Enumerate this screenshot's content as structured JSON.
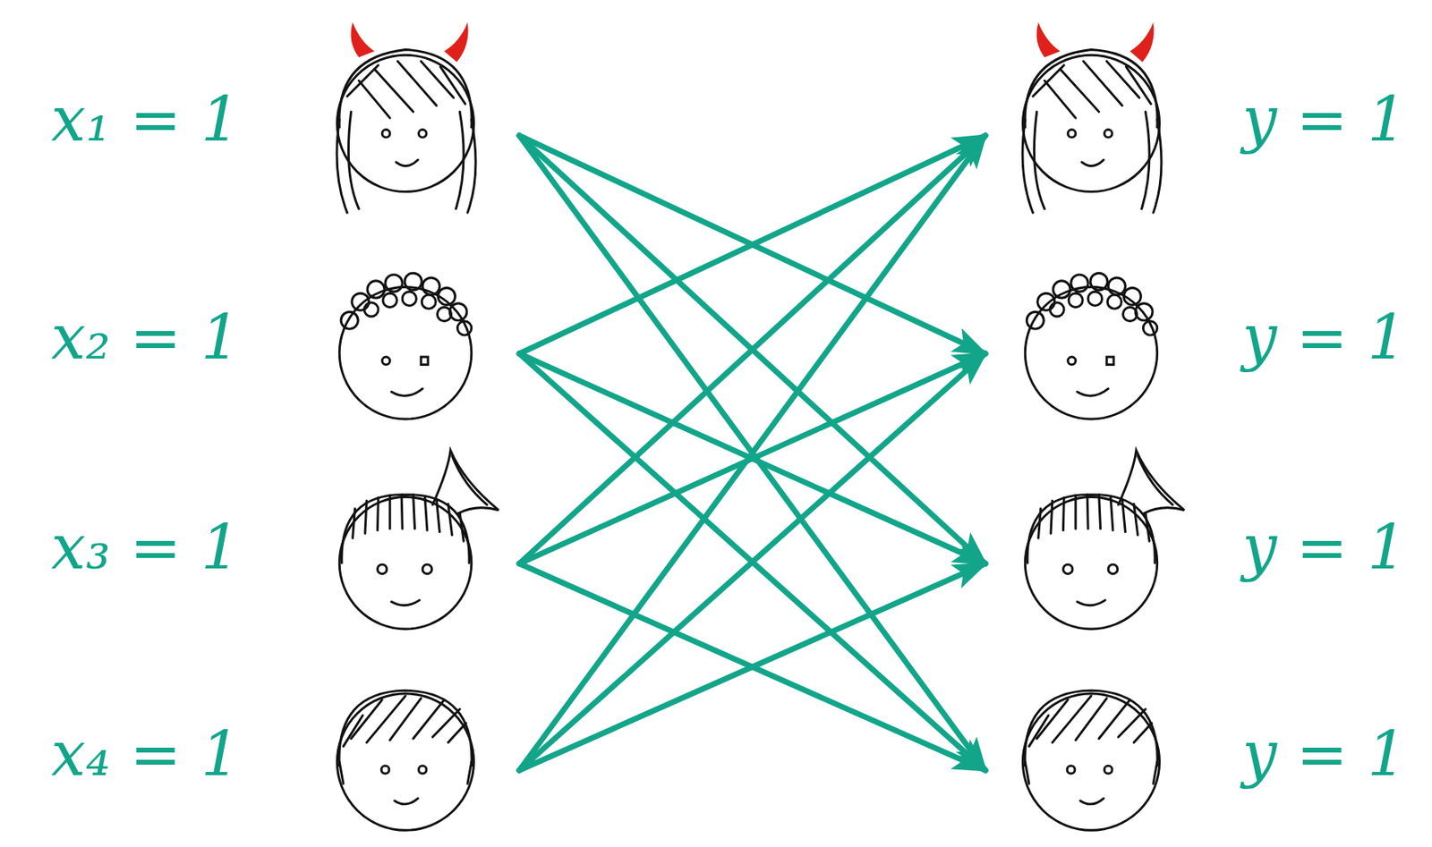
{
  "diagram": {
    "nodes": [
      {
        "text": [
          "x₁ = 1"
        ]
      },
      {
        "text": [
          "x₂ = 1"
        ]
      },
      {
        "text": [
          "x₃ = 1"
        ]
      },
      {
        "text": [
          "x₄ = 1"
        ]
      },
      {
        "text": [
          "y = 1"
        ]
      },
      {
        "text": [
          "y = 1"
        ]
      },
      {
        "text": [
          "y = 1"
        ]
      },
      {
        "text": [
          "y = 1"
        ]
      }
    ],
    "edges": [
      {
        "from": 0,
        "to": 5,
        "arrow": "to"
      },
      {
        "from": 0,
        "to": 6,
        "arrow": "to"
      },
      {
        "from": 0,
        "to": 7,
        "arrow": "to"
      },
      {
        "from": 1,
        "to": 4,
        "arrow": "to"
      },
      {
        "from": 1,
        "to": 6,
        "arrow": "to"
      },
      {
        "from": 1,
        "to": 7,
        "arrow": "to"
      },
      {
        "from": 2,
        "to": 4,
        "arrow": "to"
      },
      {
        "from": 2,
        "to": 5,
        "arrow": "to"
      },
      {
        "from": 2,
        "to": 7,
        "arrow": "to"
      },
      {
        "from": 3,
        "to": 4,
        "arrow": "to"
      },
      {
        "from": 3,
        "to": 5,
        "arrow": "to"
      },
      {
        "from": 3,
        "to": 6,
        "arrow": "to"
      }
    ]
  }
}
